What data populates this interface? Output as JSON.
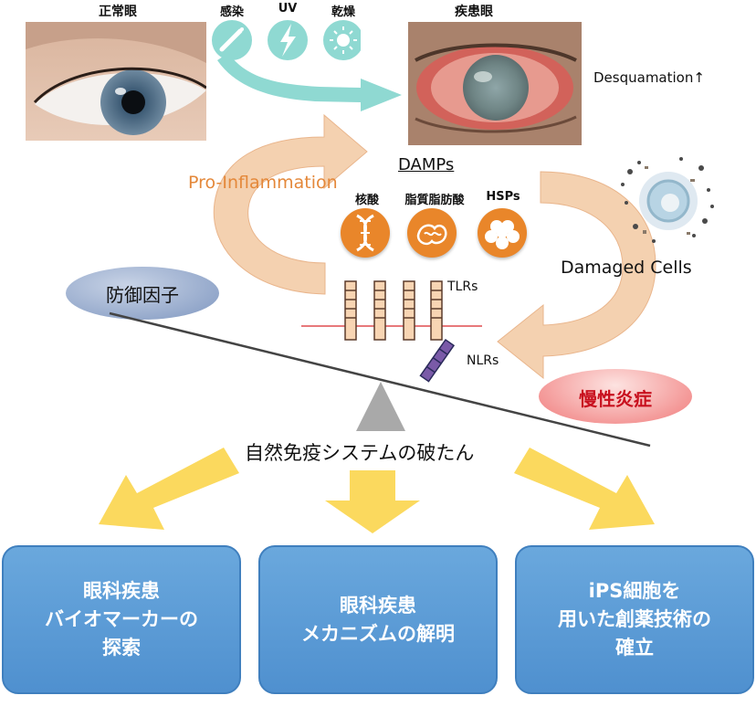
{
  "top": {
    "normal_eye_label": "正常眼",
    "diseased_eye_label": "疾患眼",
    "factors": [
      {
        "label": "感染",
        "icon": "bacteria-icon"
      },
      {
        "label": "UV",
        "icon": "lightning-icon"
      },
      {
        "label": "乾燥",
        "icon": "sun-icon"
      }
    ],
    "desquamation": "Desquamation↑"
  },
  "cycle": {
    "pro_inflammation": "Pro-Inflammation",
    "damps_title": "DAMPs",
    "damps": [
      {
        "label": "核酸",
        "icon": "dna-icon"
      },
      {
        "label": "脂質脂肪酸",
        "icon": "lipid-icon"
      },
      {
        "label": "HSPs",
        "icon": "hsp-icon"
      }
    ],
    "damaged_cells": "Damaged Cells",
    "tlrs": "TLRs",
    "nlrs": "NLRs"
  },
  "balance": {
    "defense": "防御因子",
    "chronic": "慢性炎症",
    "breakdown": "自然免疫システムの破たん"
  },
  "outcomes": [
    {
      "text": "眼科疾患\nバイオマーカーの\n探索"
    },
    {
      "text": "眼科疾患\nメカニズムの解明"
    },
    {
      "text": "iPS細胞を\n用いた創薬技術の\n確立"
    }
  ],
  "colors": {
    "teal_arrow": "#8fd9d2",
    "orange_arrow": "#f3c9a3",
    "yellow_arrow": "#fbd95e",
    "box_blue": "#5b9bd5",
    "defense_oval": "#8ea3c8",
    "chronic_oval": "#f07a7a"
  }
}
